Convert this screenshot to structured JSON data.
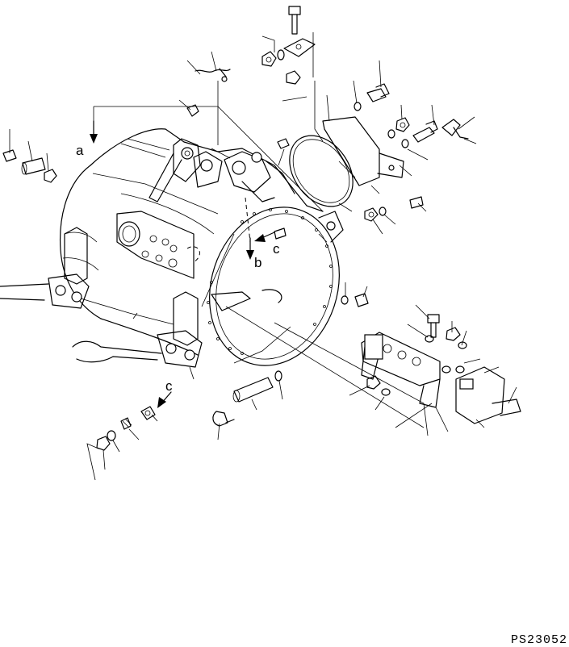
{
  "labels": {
    "a": "a",
    "b": "b",
    "c_upper": "c",
    "c_lower": "c"
  },
  "drawing_code": "PS23052"
}
